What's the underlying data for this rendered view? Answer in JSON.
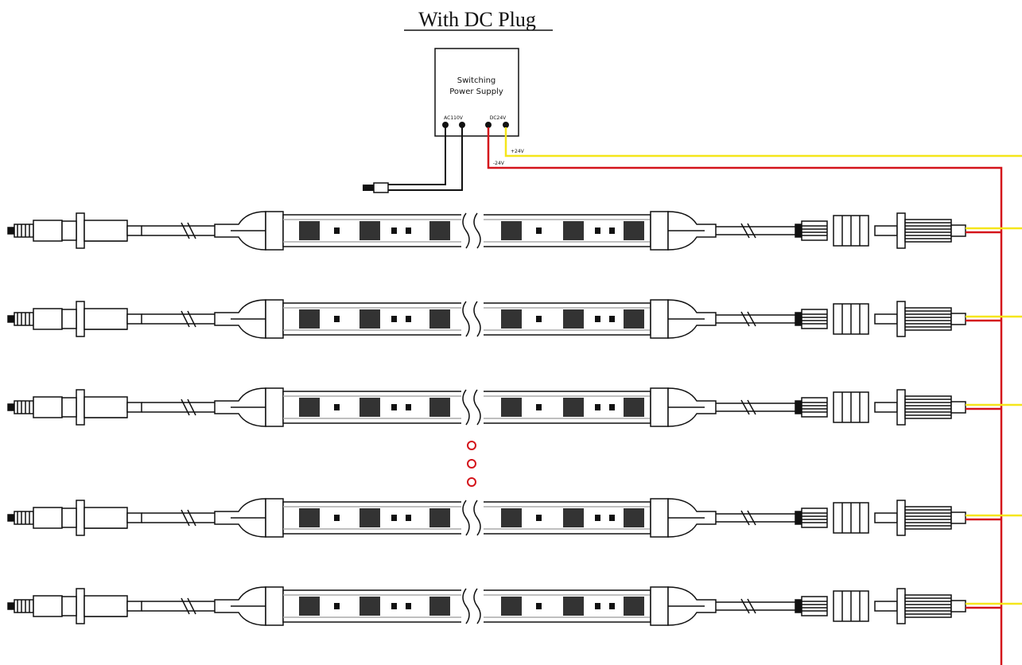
{
  "title": "With DC Plug",
  "power_supply": {
    "line1": "Switching",
    "line2": "Power Supply",
    "input_label": "AC110V",
    "output_label": "DC24V",
    "pos_label": "+24V",
    "neg_label": "-24V"
  },
  "strip_count": 5,
  "ellipsis": "o o o",
  "colors": {
    "positive": "#f5e61a",
    "negative": "#d4141b",
    "line": "#111111",
    "led": "#333333"
  }
}
